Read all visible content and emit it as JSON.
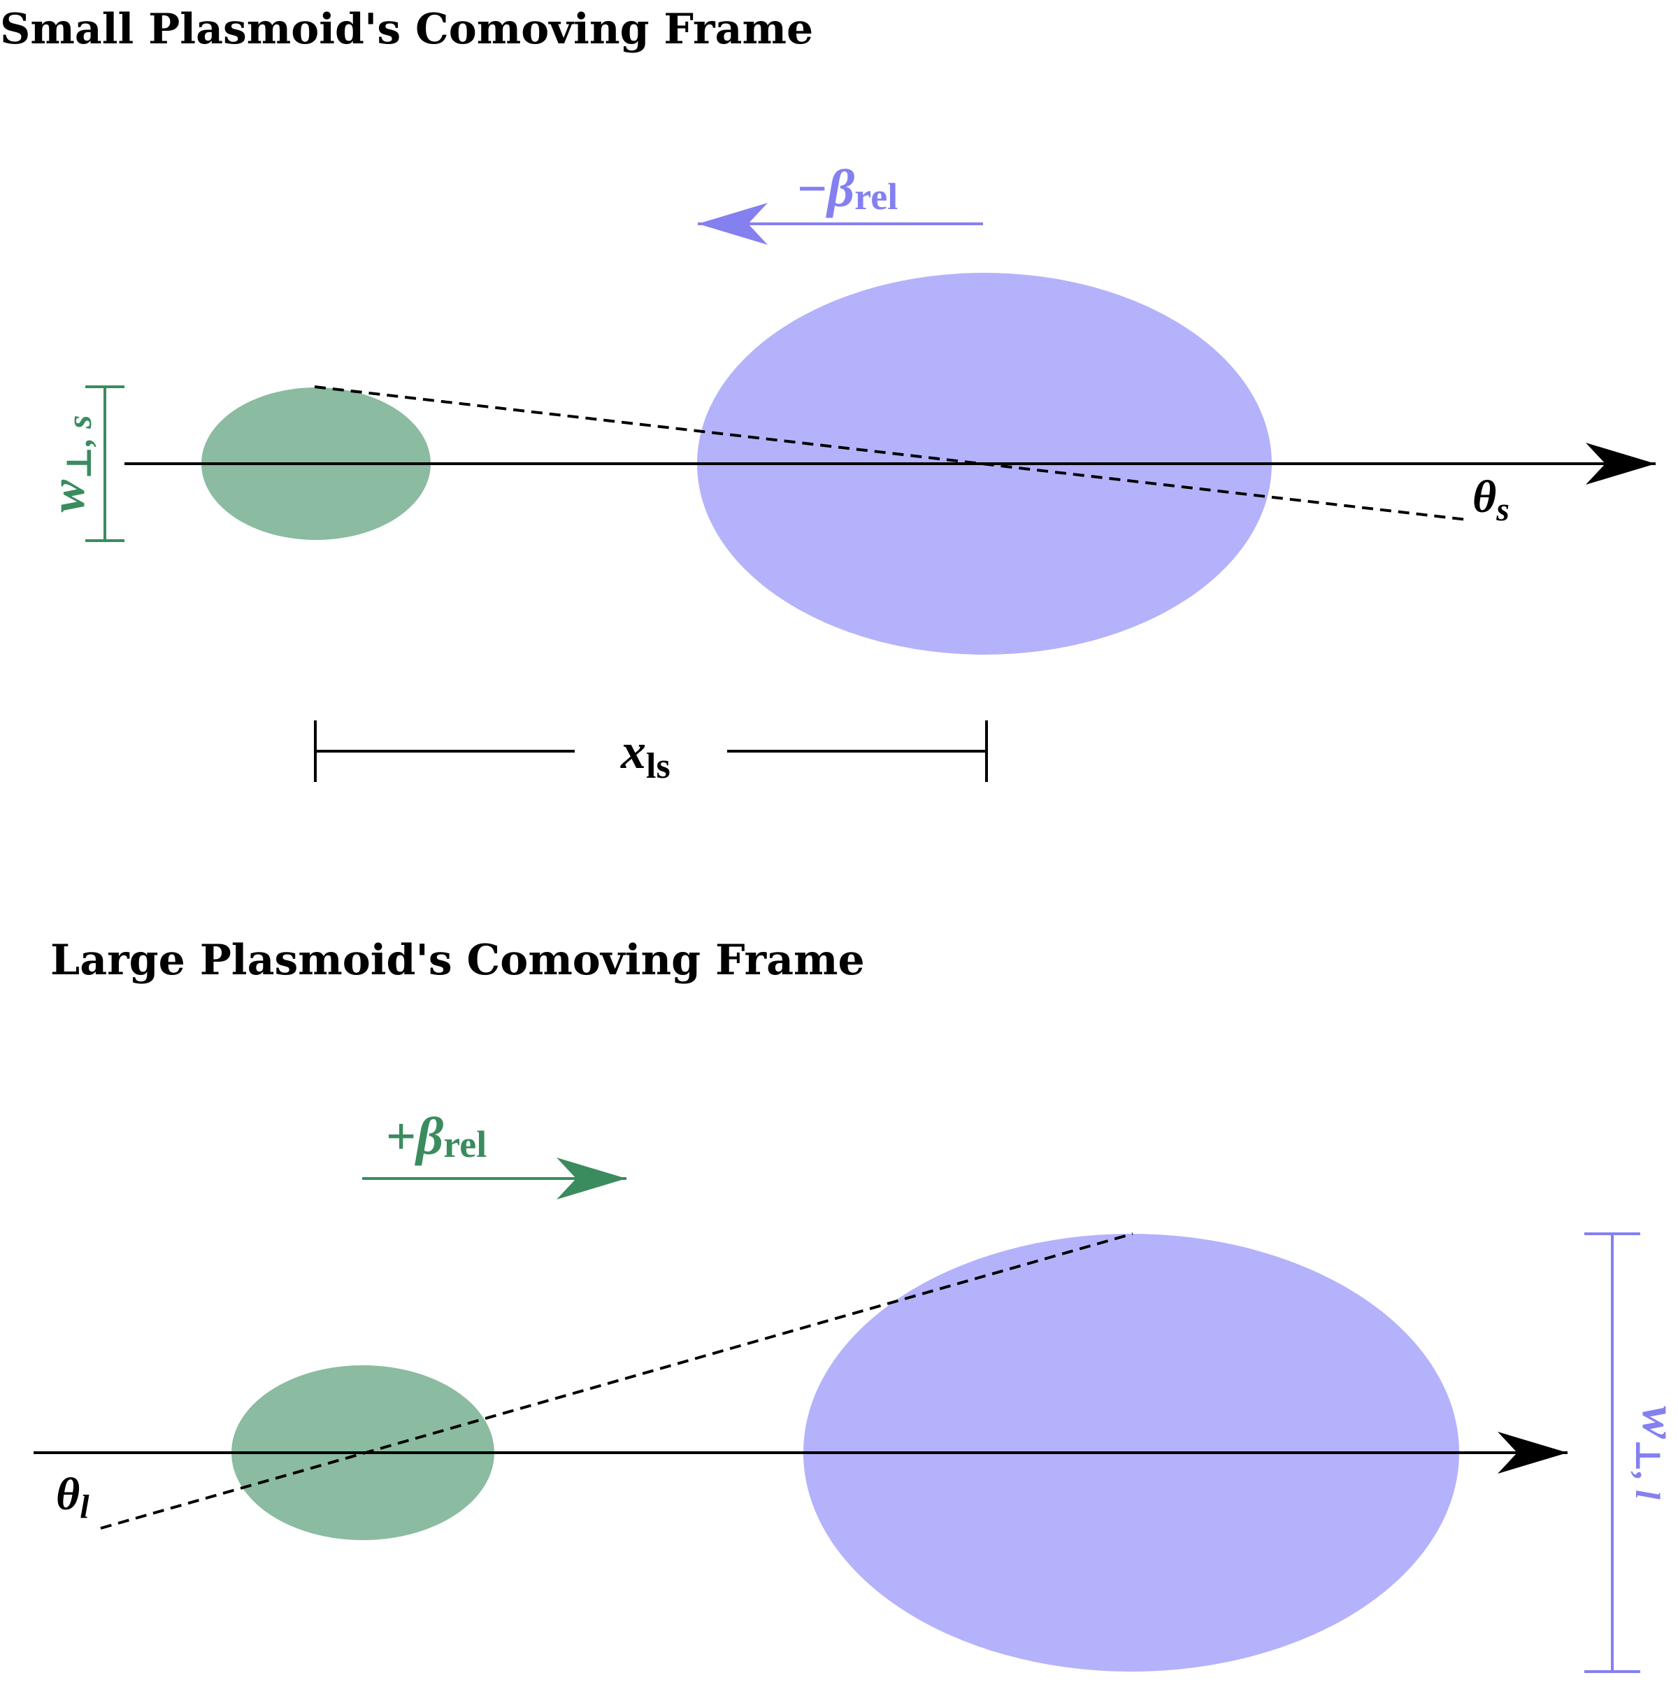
{
  "top_panel": {
    "title": "Small Plasmoid's Comoving Frame",
    "velocity_sign": "−",
    "velocity_symbol": "β",
    "velocity_subscript": "rel",
    "angle_symbol": "θ",
    "angle_subscript": "s",
    "width_symbol": "w",
    "width_subscript": "⊥, s",
    "separation_symbol": "x",
    "separation_subscript": "ls"
  },
  "bottom_panel": {
    "title": "Large Plasmoid's Comoving Frame",
    "velocity_sign": "+",
    "velocity_symbol": "β",
    "velocity_subscript": "rel",
    "angle_symbol": "θ",
    "angle_subscript": "l",
    "width_symbol": "w",
    "width_subscript": "⊥, l"
  },
  "colors": {
    "small_plasmoid": "#8bbba0",
    "large_plasmoid": "#b4b2fb",
    "green_accent": "#3a8c5f",
    "blue_accent": "#8480f0",
    "axis": "#000000"
  }
}
